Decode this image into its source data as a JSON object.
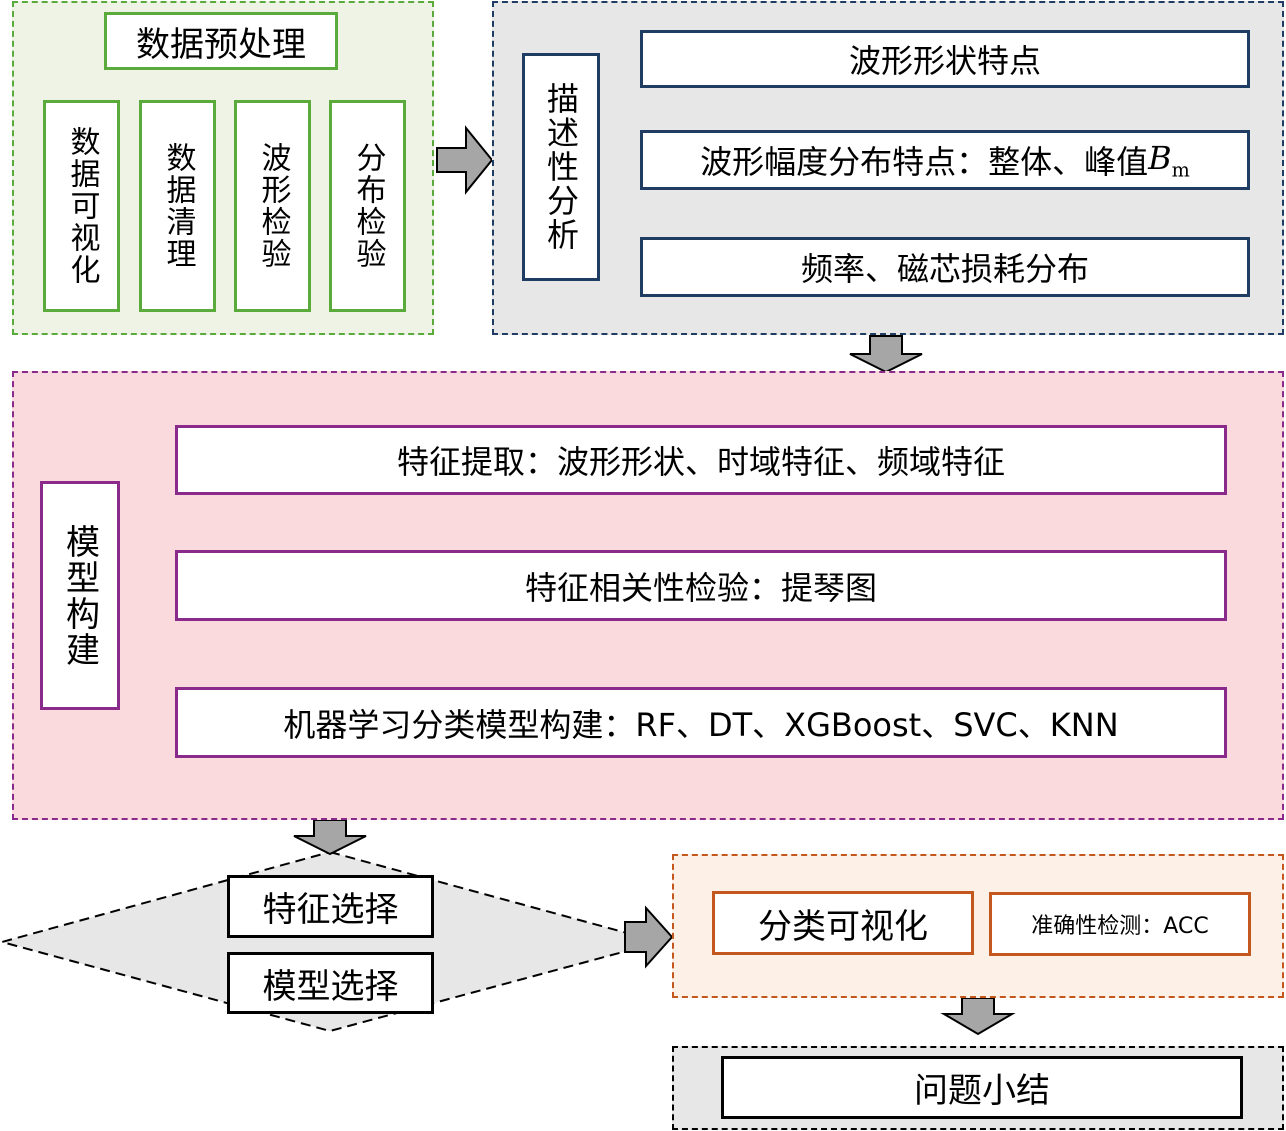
{
  "preprocess": {
    "title": "数据预处理",
    "items": [
      "数据可视化",
      "数据清理",
      "波形检验",
      "分布检验"
    ]
  },
  "descriptive": {
    "title": "描述性分析",
    "items": [
      "波形形状特点",
      "波形幅度分布特点：整体、峰值",
      "频率、磁芯损耗分布"
    ],
    "symbol": "B",
    "symbol_sub": "m"
  },
  "model": {
    "title": "模型构建",
    "items": [
      "特征提取：波形形状、时域特征、频域特征",
      "特征相关性检验：提琴图",
      "机器学习分类模型构建：RF、DT、XGBoost、SVC、KNN"
    ]
  },
  "selection": {
    "items": [
      "特征选择",
      "模型选择"
    ]
  },
  "visual": {
    "items": [
      "分类可视化",
      "准确性检测：ACC"
    ]
  },
  "summary": {
    "title": "问题小结"
  },
  "colors": {
    "green": "#5aab3c",
    "green_bg": "#eff3e6",
    "navy": "#1f3d63",
    "gray_bg": "#e7e7e7",
    "purple": "#8a2a8a",
    "pink_bg": "#fadadd",
    "orange": "#c4571e",
    "peach_bg": "#fdf0e6",
    "arrow": "#a6a6a6"
  }
}
